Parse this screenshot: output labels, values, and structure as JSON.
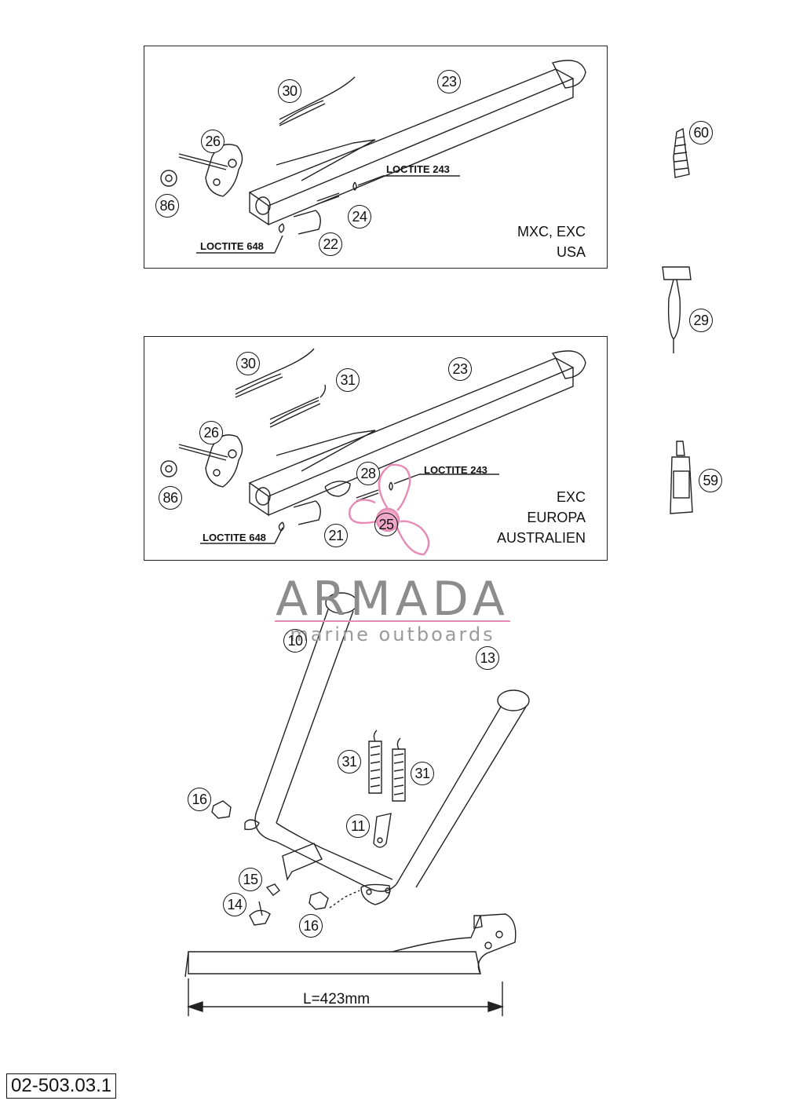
{
  "panels": [
    {
      "id": "usa",
      "variant_lines": [
        "MXC, EXC",
        "USA"
      ],
      "loctite_labels": [
        "LOCTITE 243",
        "LOCTITE 648"
      ],
      "callouts": [
        "23",
        "30",
        "26",
        "86",
        "24",
        "22"
      ]
    },
    {
      "id": "europa",
      "variant_lines": [
        "EXC",
        "EUROPA",
        "AUSTRALIEN"
      ],
      "loctite_labels": [
        "LOCTITE 243",
        "LOCTITE 648"
      ],
      "callouts": [
        "30",
        "31",
        "23",
        "26",
        "86",
        "28",
        "21",
        "25"
      ]
    }
  ],
  "side_parts": [
    "60",
    "29",
    "59"
  ],
  "center_stand_callouts": [
    "10",
    "13",
    "31",
    "31",
    "16",
    "11",
    "15",
    "14",
    "16"
  ],
  "length_label": "L=423mm",
  "document_number": "02-503.03.1",
  "watermark": {
    "name": "ARMADA",
    "tagline": "marine outboards",
    "accent_color": "#e58bb5",
    "text_color": "#8c8c8c"
  }
}
